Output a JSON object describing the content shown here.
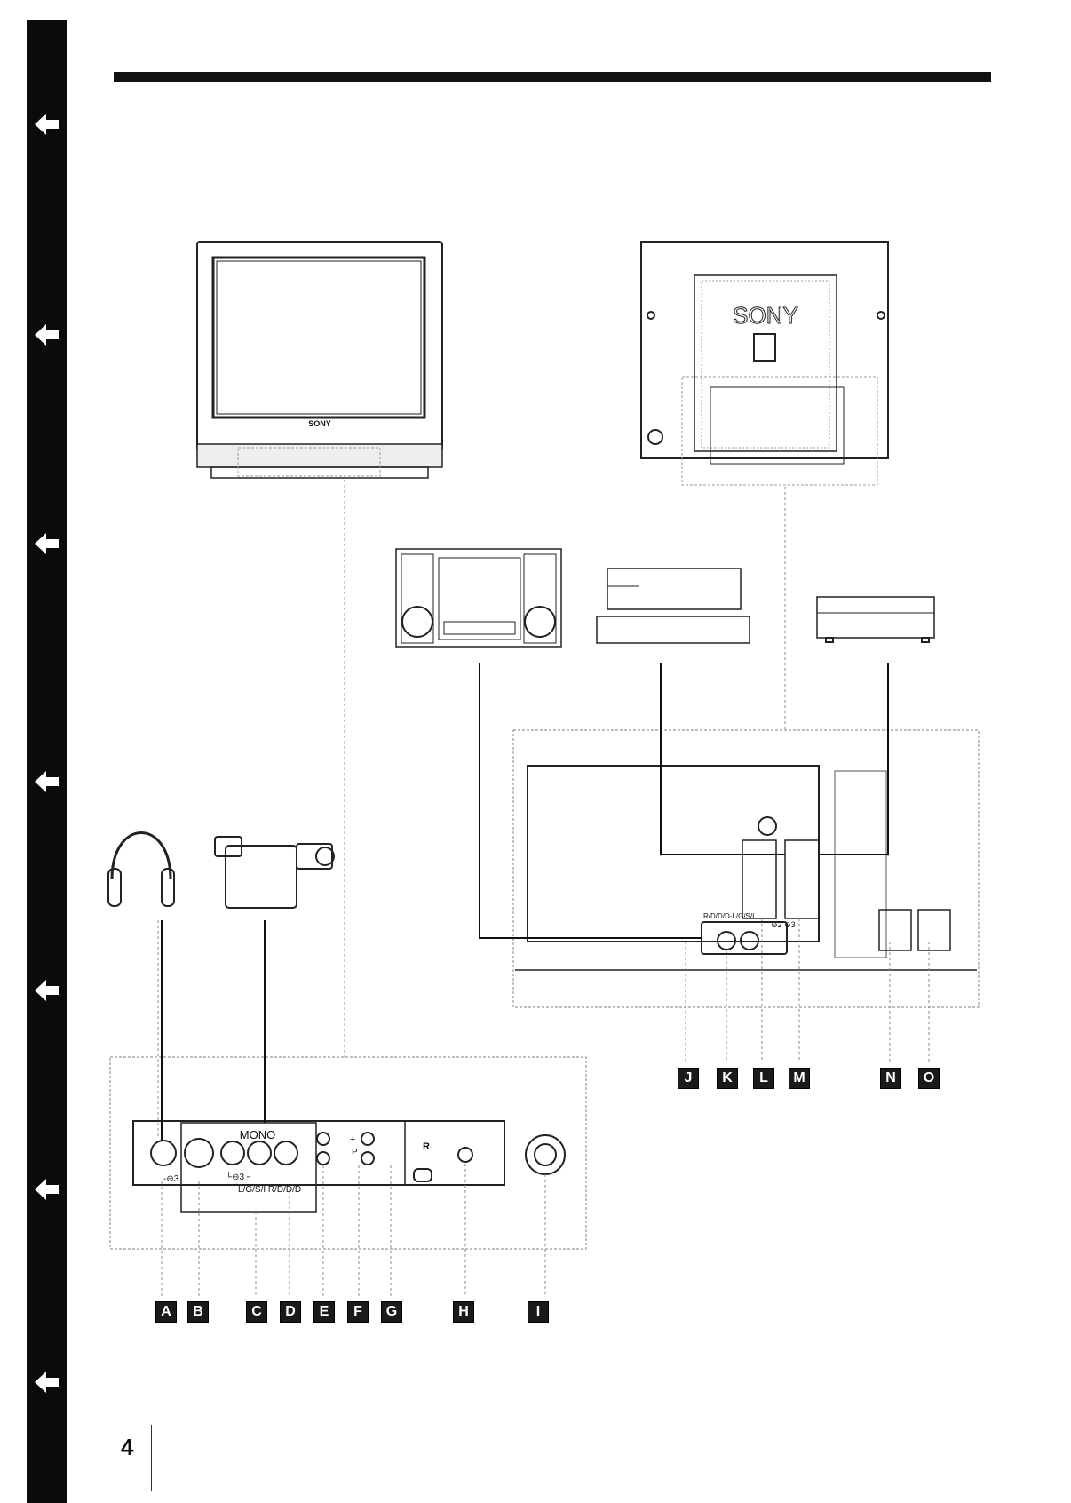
{
  "sidebar": {
    "arrow_icon": "left-arrow-icon",
    "arrow_count": 7
  },
  "page": {
    "number": "4"
  },
  "tv_front": {
    "brand": "SONY"
  },
  "tv_rear": {
    "brand": "SONY"
  },
  "front_panel": {
    "mono_label": "MONO",
    "jack_label_left": "-⊖3",
    "jack_label_svideo": "-⊖3",
    "jack_label_sub": "└⊖3 ┘",
    "jack_label_lr": "L/G/S/I R/D/D/D",
    "r_symbol": "R",
    "plus_minus": "+",
    "p_symbol": "P"
  },
  "rear_panel": {
    "audio_label": "R/D/D/D-L/G/S/I",
    "scart_label": "⊖2 ⊖3"
  },
  "labels_front": [
    "A",
    "B",
    "C",
    "D",
    "E",
    "F",
    "G",
    "H",
    "I"
  ],
  "labels_rear": [
    "J",
    "K",
    "L",
    "M",
    "N",
    "O"
  ]
}
